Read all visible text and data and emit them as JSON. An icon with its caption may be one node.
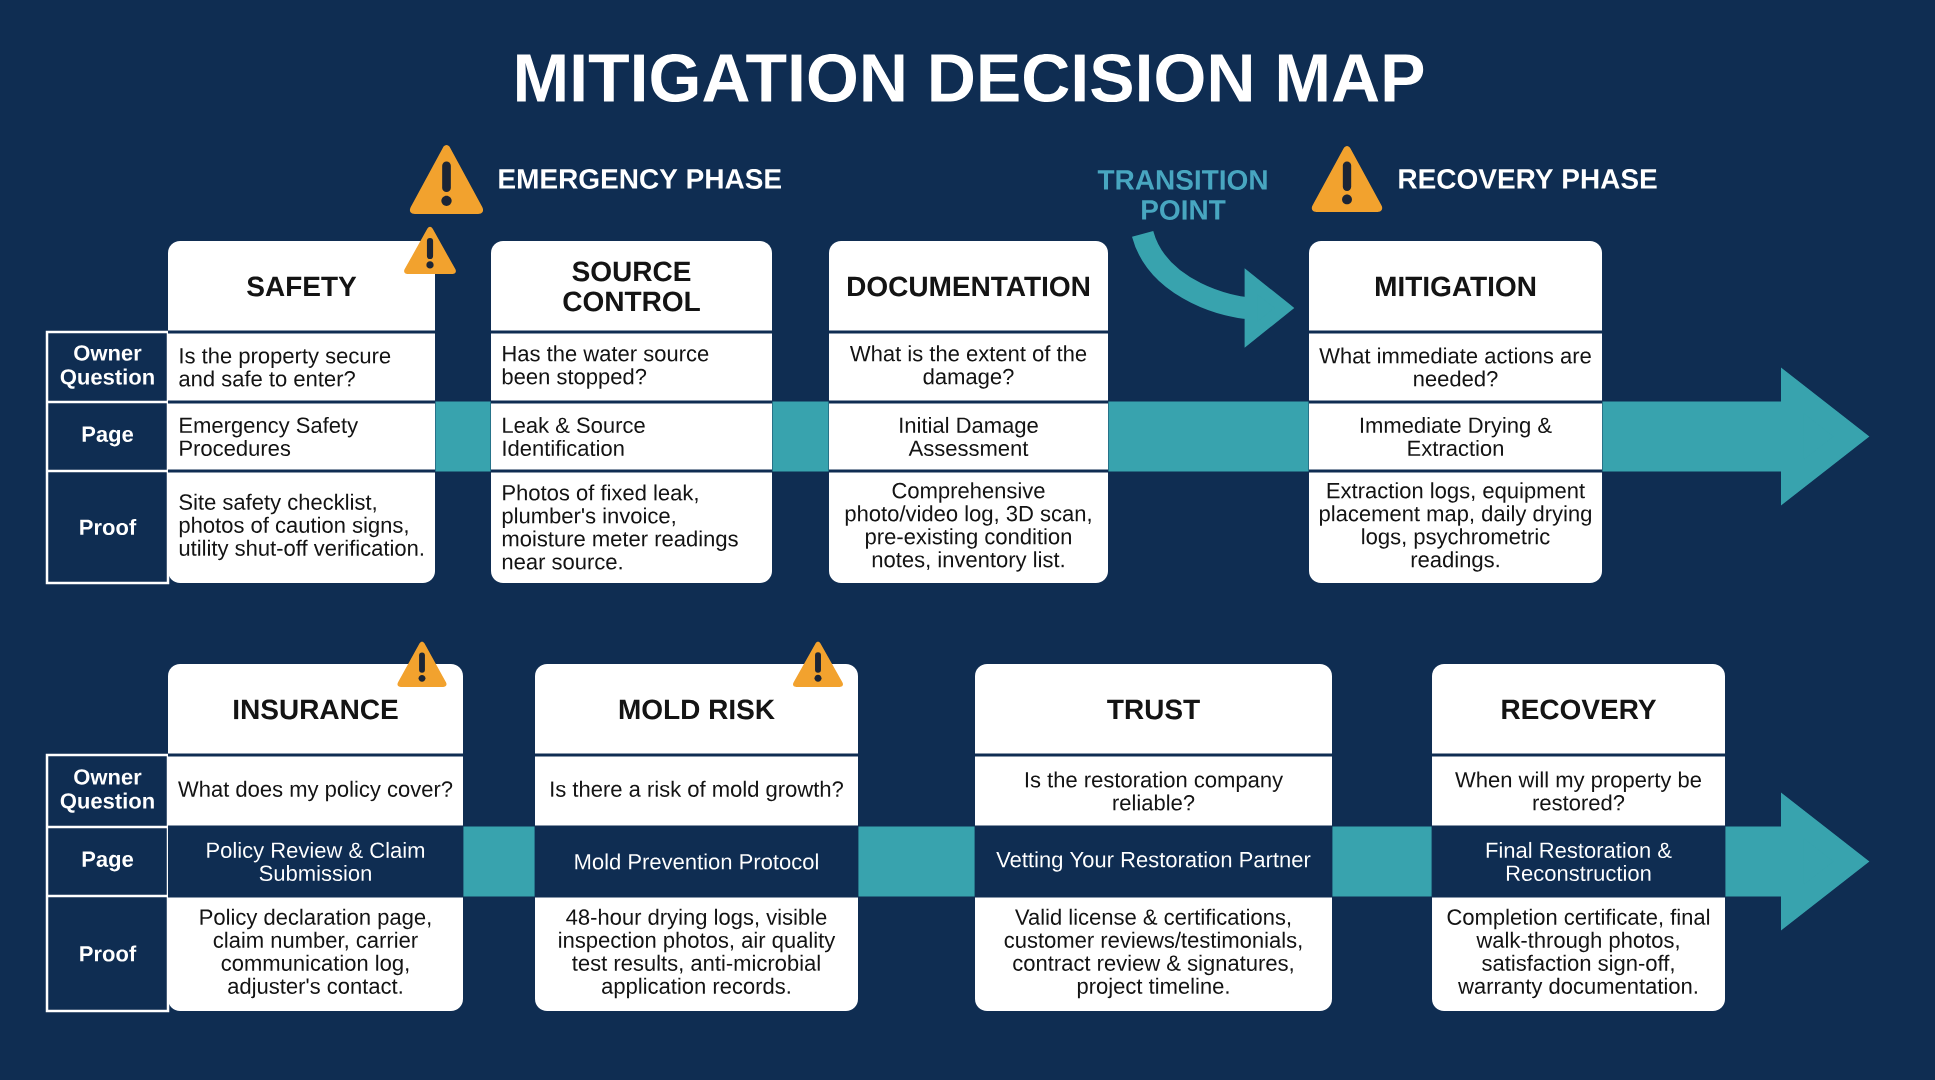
{
  "diagram": {
    "title": "MITIGATION DECISION MAP",
    "nodes": [
      {
        "text": [
          "TRANSITION POINT"
        ]
      },
      {
        "text": [
          "Owner Question",
          "Page",
          "Proof"
        ]
      },
      {
        "text": [
          "SAFETY",
          "Is the property secure and safe to enter?",
          "Emergency Safety Procedures",
          "Site safety checklist, photos of caution signs, utility shut-off verification."
        ]
      },
      {
        "text": [
          "SOURCE CONTROL",
          "Has the water source been stopped?",
          "Leak & Source Identification",
          "Photos of fixed leak, plumber's invoice, moisture meter readings near source."
        ]
      },
      {
        "text": [
          "DOCUMENTATION",
          "What is the extent of the damage?",
          "Initial Damage Assessment",
          "Comprehensive photo/video log, 3D scan, pre-existing condition notes, inventory list."
        ]
      },
      {
        "text": [
          "MITIGATION",
          "What immediate actions are needed?",
          "Immediate Drying & Extraction",
          "Extraction logs, equipment placement map, daily drying logs, psychrometric readings."
        ]
      },
      {
        "text": [
          "Owner Question",
          "Page",
          "Proof"
        ]
      },
      {
        "text": [
          "INSURANCE",
          "What does my policy cover?",
          "Policy Review & Claim Submission",
          "Policy declaration page, claim number, carrier communication log, adjuster's contact."
        ]
      },
      {
        "text": [
          "MOLD RISK",
          "Is there a risk of mold growth?",
          "Mold Prevention Protocol",
          "48-hour drying logs, visible inspection photos, air quality test results, anti-microbial application records."
        ]
      },
      {
        "text": [
          "TRUST",
          "Is the restoration company reliable?",
          "Vetting Your Restoration Partner",
          "Valid license & certifications, customer reviews/testimonials, contract review & signatures, project timeline."
        ]
      },
      {
        "text": [
          "RECOVERY",
          "When will my property be restored?",
          "Final Restoration & Reconstruction",
          "Completion certificate, final walk-through photos, satisfaction sign-off, warranty documentation."
        ]
      }
    ],
    "edges": [
      {
        "from": 2,
        "to": 3,
        "arrow": "none"
      },
      {
        "from": 3,
        "to": 4,
        "arrow": "none"
      },
      {
        "from": 4,
        "to": 5,
        "arrow": "none"
      },
      {
        "from": 5,
        "to": null,
        "arrow": "to"
      },
      {
        "from": 0,
        "to": 5,
        "arrow": "to"
      },
      {
        "from": 7,
        "to": 8,
        "arrow": "none"
      },
      {
        "from": 8,
        "to": 9,
        "arrow": "none"
      },
      {
        "from": 9,
        "to": 10,
        "arrow": "none"
      },
      {
        "from": 10,
        "to": null,
        "arrow": "to"
      }
    ],
    "labels": [
      "EMERGENCY PHASE",
      "RECOVERY PHASE"
    ]
  }
}
